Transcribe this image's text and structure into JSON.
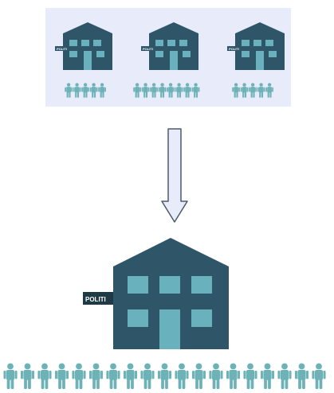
{
  "top_panel": {
    "stations": [
      {
        "sign": "POLITI",
        "officers": 5
      },
      {
        "sign": "POLITI",
        "officers": 8
      },
      {
        "sign": "POLITI",
        "officers": 5
      }
    ]
  },
  "merged_station": {
    "sign": "POLITI",
    "officers": 19
  },
  "colors": {
    "panel": "#e8ebfa",
    "building": "#2e5668",
    "windows": "#69b1bc",
    "officers": "#6db2b7",
    "arrow_fill": "#e8ebfa",
    "arrow_stroke": "#4d5a6b"
  }
}
